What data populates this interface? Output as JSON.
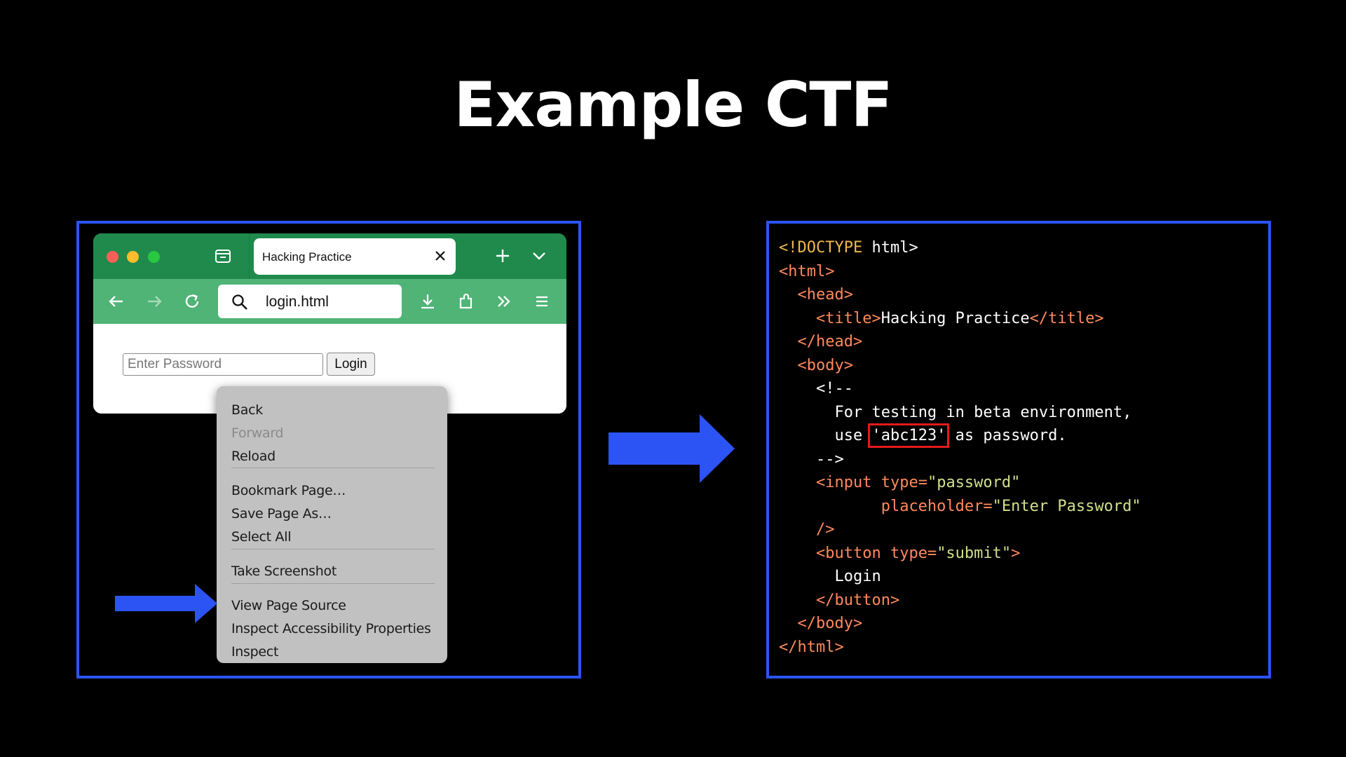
{
  "slide": {
    "title": "Example CTF"
  },
  "browser": {
    "tab_title": "Hacking Practice",
    "url": "login.html",
    "password_placeholder": "Enter Password",
    "login_label": "Login",
    "icons": [
      "tab-list-icon",
      "close-icon",
      "new-tab-icon",
      "chevron-down-icon",
      "back-icon",
      "forward-icon",
      "reload-icon",
      "search-icon",
      "download-icon",
      "extensions-icon",
      "overflow-icon",
      "menu-icon"
    ],
    "colors": {
      "titlebar": "#1f8a4c",
      "navbar": "#4fb476"
    }
  },
  "context_menu": {
    "items": [
      {
        "label": "Back",
        "enabled": true
      },
      {
        "label": "Forward",
        "enabled": false
      },
      {
        "label": "Reload",
        "enabled": true
      },
      {
        "label": "Bookmark Page…",
        "enabled": true
      },
      {
        "label": "Save Page As…",
        "enabled": true
      },
      {
        "label": "Select All",
        "enabled": true
      },
      {
        "label": "Take Screenshot",
        "enabled": true
      },
      {
        "label": "View Page Source",
        "enabled": true
      },
      {
        "label": "Inspect Accessibility Properties",
        "enabled": true
      },
      {
        "label": "Inspect",
        "enabled": true
      }
    ]
  },
  "source_code": {
    "doctype": "<!DOCTYPE",
    "doctype_rest": " html>",
    "html_open": "<html>",
    "head_open": "<head>",
    "title_open": "<title>",
    "title_text": "Hacking Practice",
    "title_close": "</title>",
    "head_close": "</head>",
    "body_open": "<body>",
    "comment_open": "<!--",
    "comment_line1": "For testing in beta environment,",
    "comment_use": "use ",
    "comment_password": "'abc123'",
    "comment_tail": " as password.",
    "comment_close": "-->",
    "input_tag": "<input",
    "input_type_attr": "type=",
    "input_type_val": "\"password\"",
    "input_placeholder_attr": "placeholder=",
    "input_placeholder_val": "\"Enter Password\"",
    "input_close": "/>",
    "button_tag": "<button",
    "button_type_attr": "type=",
    "button_type_val": "\"submit\"",
    "button_gt": ">",
    "button_text": "Login",
    "button_close": "</button>",
    "body_close": "</body>",
    "html_close": "</html>",
    "colors": {
      "tag": "#ff8a5c",
      "doctype": "#f0b94a",
      "string": "#cfe08a",
      "highlight": "#e51a1a"
    }
  },
  "accent_color": "#2c54f4"
}
